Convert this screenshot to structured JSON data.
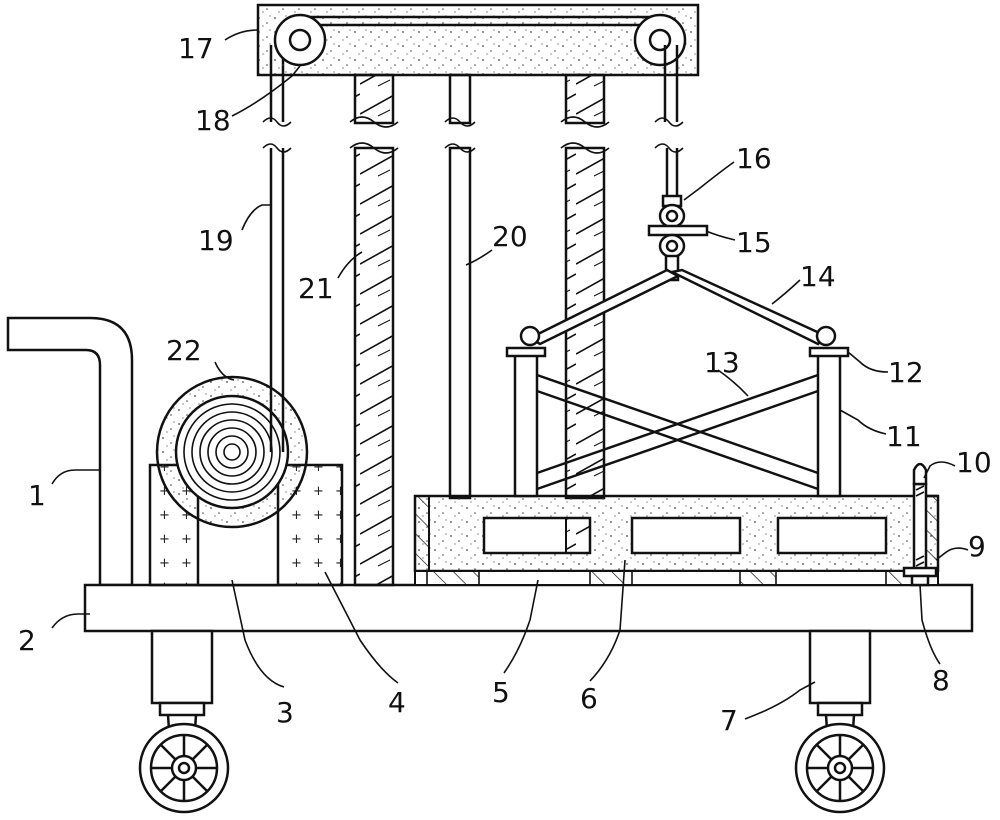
{
  "figure": {
    "labels": [
      {
        "id": "1",
        "text": "1"
      },
      {
        "id": "2",
        "text": "2"
      },
      {
        "id": "3",
        "text": "3"
      },
      {
        "id": "4",
        "text": "4"
      },
      {
        "id": "5",
        "text": "5"
      },
      {
        "id": "6",
        "text": "6"
      },
      {
        "id": "7",
        "text": "7"
      },
      {
        "id": "8",
        "text": "8"
      },
      {
        "id": "9",
        "text": "9"
      },
      {
        "id": "10",
        "text": "10"
      },
      {
        "id": "11",
        "text": "11"
      },
      {
        "id": "12",
        "text": "12"
      },
      {
        "id": "13",
        "text": "13"
      },
      {
        "id": "14",
        "text": "14"
      },
      {
        "id": "15",
        "text": "15"
      },
      {
        "id": "16",
        "text": "16"
      },
      {
        "id": "17",
        "text": "17"
      },
      {
        "id": "18",
        "text": "18"
      },
      {
        "id": "19",
        "text": "19"
      },
      {
        "id": "20",
        "text": "20"
      },
      {
        "id": "21",
        "text": "21"
      },
      {
        "id": "22",
        "text": "22"
      }
    ]
  }
}
